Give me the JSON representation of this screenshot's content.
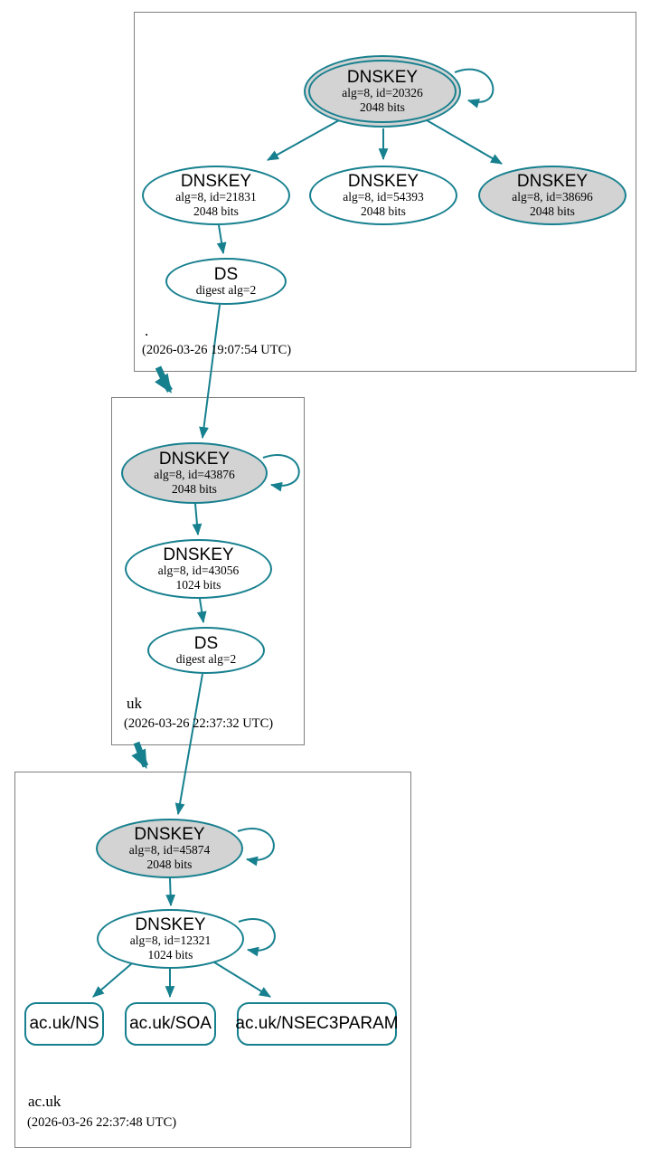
{
  "colors": {
    "edge": "#17808f",
    "ksk_fill": "#d3d3d3",
    "node_fill": "#ffffff",
    "zone_box_border": "#7f7f7f",
    "text": "#000000"
  },
  "zones": [
    {
      "name": ".",
      "timestamp": "(2026-03-26 19:07:54 UTC)",
      "nodes": {
        "ksk": {
          "title": "DNSKEY",
          "detail": "alg=8, id=20326",
          "bits": "2048 bits"
        },
        "zsk1": {
          "title": "DNSKEY",
          "detail": "alg=8, id=21831",
          "bits": "2048 bits"
        },
        "zsk2": {
          "title": "DNSKEY",
          "detail": "alg=8, id=54393",
          "bits": "2048 bits"
        },
        "zsk3": {
          "title": "DNSKEY",
          "detail": "alg=8, id=38696",
          "bits": "2048 bits"
        },
        "ds": {
          "title": "DS",
          "detail": "digest alg=2"
        }
      }
    },
    {
      "name": "uk",
      "timestamp": "(2026-03-26 22:37:32 UTC)",
      "nodes": {
        "ksk": {
          "title": "DNSKEY",
          "detail": "alg=8, id=43876",
          "bits": "2048 bits"
        },
        "zsk": {
          "title": "DNSKEY",
          "detail": "alg=8, id=43056",
          "bits": "1024 bits"
        },
        "ds": {
          "title": "DS",
          "detail": "digest alg=2"
        }
      }
    },
    {
      "name": "ac.uk",
      "timestamp": "(2026-03-26 22:37:48 UTC)",
      "nodes": {
        "ksk": {
          "title": "DNSKEY",
          "detail": "alg=8, id=45874",
          "bits": "2048 bits"
        },
        "zsk": {
          "title": "DNSKEY",
          "detail": "alg=8, id=12321",
          "bits": "1024 bits"
        },
        "rrsets": [
          {
            "label": "ac.uk/NS"
          },
          {
            "label": "ac.uk/SOA"
          },
          {
            "label": "ac.uk/NSEC3PARAM"
          }
        ]
      }
    }
  ]
}
